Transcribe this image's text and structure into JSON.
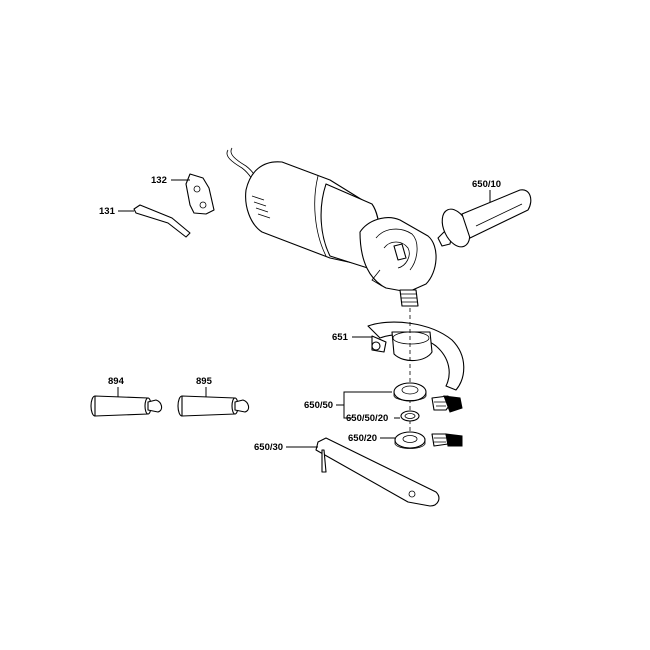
{
  "diagram": {
    "labels": {
      "p132": "132",
      "p131": "131",
      "p650_10": "650/10",
      "p651": "651",
      "p894": "894",
      "p895": "895",
      "p650_50": "650/50",
      "p650_50_20": "650/50/20",
      "p650_20": "650/20",
      "p650_30": "650/30"
    }
  }
}
